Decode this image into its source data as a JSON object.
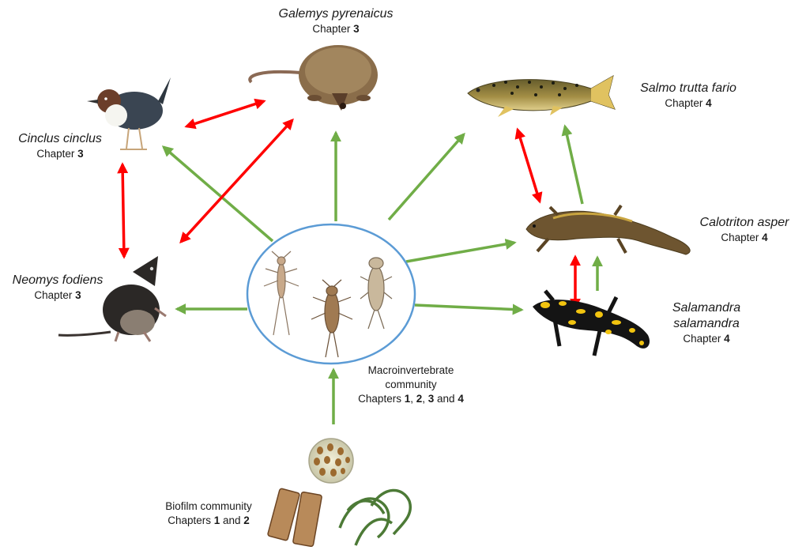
{
  "species": {
    "galemys": {
      "name": "Galemys pyrenaicus",
      "chapter_prefix": "Chapter ",
      "chapter_num": "3"
    },
    "cinclus": {
      "name": "Cinclus cinclus",
      "chapter_prefix": "Chapter ",
      "chapter_num": "3"
    },
    "neomys": {
      "name": "Neomys fodiens",
      "chapter_prefix": "Chapter ",
      "chapter_num": "3"
    },
    "salmo": {
      "name": "Salmo trutta fario",
      "chapter_prefix": "Chapter ",
      "chapter_num": "4"
    },
    "calotriton": {
      "name": "Calotriton asper",
      "chapter_prefix": "Chapter ",
      "chapter_num": "4"
    },
    "salamandra": {
      "name_line1": "Salamandra",
      "name_line2": "salamandra",
      "chapter_prefix": "Chapter ",
      "chapter_num": "4"
    }
  },
  "macroinvertebrate": {
    "line1": "Macroinvertebrate",
    "line2": "community",
    "chapters_prefix": "Chapters ",
    "n1": "1",
    "sep1": ", ",
    "n2": "2",
    "sep2": ", ",
    "n3": "3",
    "sep3": " and ",
    "n4": "4"
  },
  "biofilm": {
    "line1": "Biofilm community",
    "chapters_prefix": "Chapters ",
    "n1": "1",
    "sep1": " and ",
    "n2": "2"
  },
  "colors": {
    "green_arrow": "#70ad47",
    "red_arrow": "#ff0000",
    "circle_outline": "#5b9bd5"
  }
}
